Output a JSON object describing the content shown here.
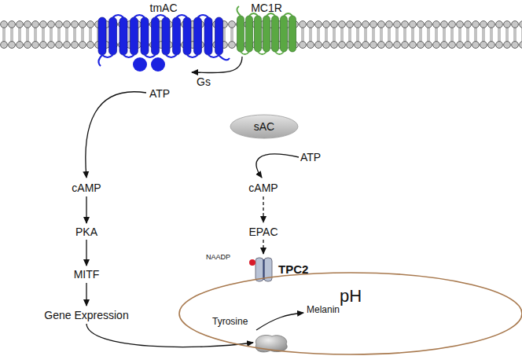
{
  "diagram": {
    "nodes": [
      {
        "text": [
          "tmAC"
        ]
      },
      {
        "text": [
          "MC1R"
        ]
      },
      {
        "text": [
          "sAC"
        ]
      },
      {
        "text": [
          "NAADP",
          "TPC2"
        ]
      },
      {
        "text": [
          "pH"
        ]
      }
    ],
    "edges": [
      {
        "from": 1,
        "to": 0,
        "label": "Gs",
        "arrow": "to"
      }
    ],
    "labels": [
      "ATP",
      "cAMP",
      "PKA",
      "MITF",
      "Gene Expression",
      "ATP",
      "cAMP",
      "EPAC",
      "Tyrosine",
      "Melanin"
    ]
  }
}
